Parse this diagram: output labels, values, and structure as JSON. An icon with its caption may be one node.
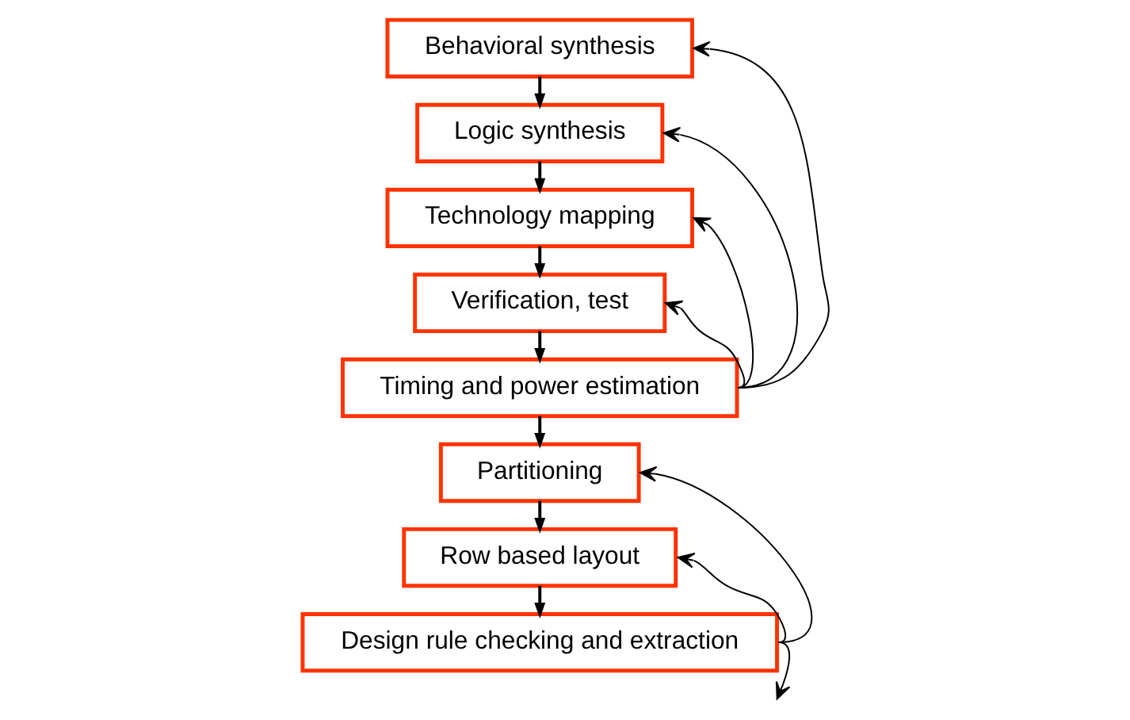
{
  "diagram": {
    "nodes": [
      {
        "text": [
          "Behavioral synthesis"
        ]
      },
      {
        "text": [
          "Logic synthesis"
        ]
      },
      {
        "text": [
          "Technology mapping"
        ]
      },
      {
        "text": [
          "Verification, test"
        ]
      },
      {
        "text": [
          "Timing and power estimation"
        ]
      },
      {
        "text": [
          "Partitioning"
        ]
      },
      {
        "text": [
          "Row based layout"
        ]
      },
      {
        "text": [
          "Design rule checking and extraction"
        ]
      }
    ],
    "edges": [
      {
        "from": 0,
        "to": 1,
        "arrow": "to"
      },
      {
        "from": 1,
        "to": 2,
        "arrow": "to"
      },
      {
        "from": 2,
        "to": 3,
        "arrow": "to"
      },
      {
        "from": 3,
        "to": 4,
        "arrow": "to"
      },
      {
        "from": 4,
        "to": 5,
        "arrow": "to"
      },
      {
        "from": 5,
        "to": 6,
        "arrow": "to"
      },
      {
        "from": 6,
        "to": 7,
        "arrow": "to"
      },
      {
        "from": 4,
        "to": 3,
        "arrow": "to"
      },
      {
        "from": 4,
        "to": 2,
        "arrow": "to"
      },
      {
        "from": 4,
        "to": 1,
        "arrow": "to"
      },
      {
        "from": 4,
        "to": 0,
        "arrow": "to"
      },
      {
        "from": 7,
        "to": 6,
        "arrow": "to"
      },
      {
        "from": 7,
        "to": 5,
        "arrow": "to"
      },
      {
        "from": 7,
        "to": null,
        "arrow": "to"
      }
    ]
  }
}
